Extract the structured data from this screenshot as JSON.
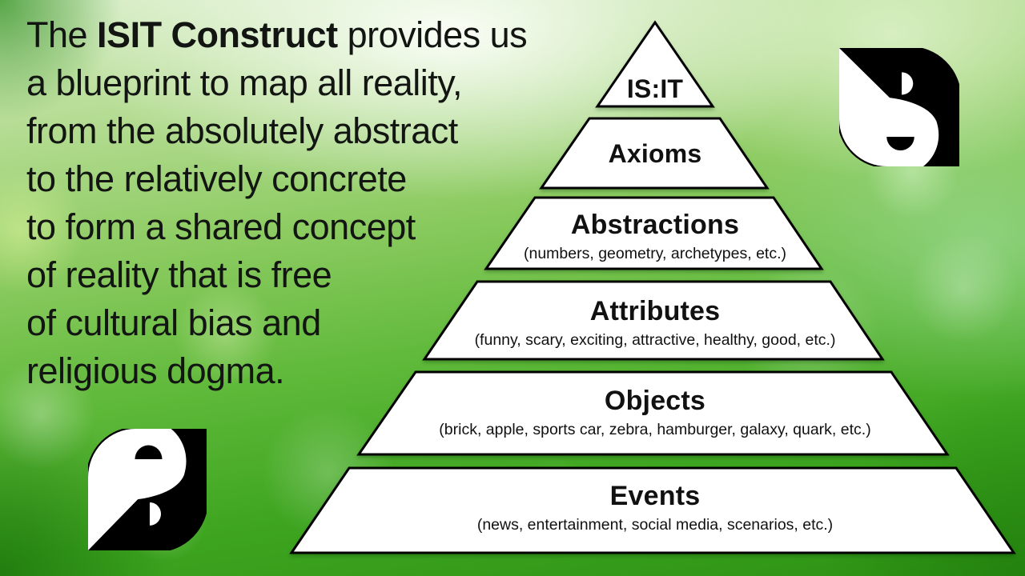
{
  "intro": {
    "line1_pre": "The ",
    "line1_bold": "ISIT Construct",
    "line1_post": " provides us",
    "lines": [
      "a blueprint to map all reality,",
      "from the absolutely abstract",
      "to the relatively concrete",
      "to form a shared concept",
      "of reality that is free",
      "of cultural bias and",
      "religious dogma."
    ]
  },
  "pyramid": {
    "levels": [
      {
        "label": "IS:IT"
      },
      {
        "label": "Axioms"
      },
      {
        "label": "Abstractions",
        "sub": "(numbers, geometry, archetypes, etc.)"
      },
      {
        "label": "Attributes",
        "sub": "(funny, scary, exciting, attractive, healthy, good, etc.)"
      },
      {
        "label": "Objects",
        "sub": "(brick, apple, sports car, zebra, hamburger, galaxy, quark, etc.)"
      },
      {
        "label": "Events",
        "sub": "(news, entertainment, social media, scenarios, etc.)"
      }
    ]
  },
  "logos": {
    "top_right": "yin-yang-leaf-logo",
    "bottom_left": "yin-yang-leaf-logo"
  },
  "colors": {
    "level_fill": "#ffffff",
    "level_stroke": "#000000",
    "text": "#121212",
    "background_light": "#eef7e8",
    "background_mid": "#7cc751",
    "background_dark": "#2d9214"
  }
}
